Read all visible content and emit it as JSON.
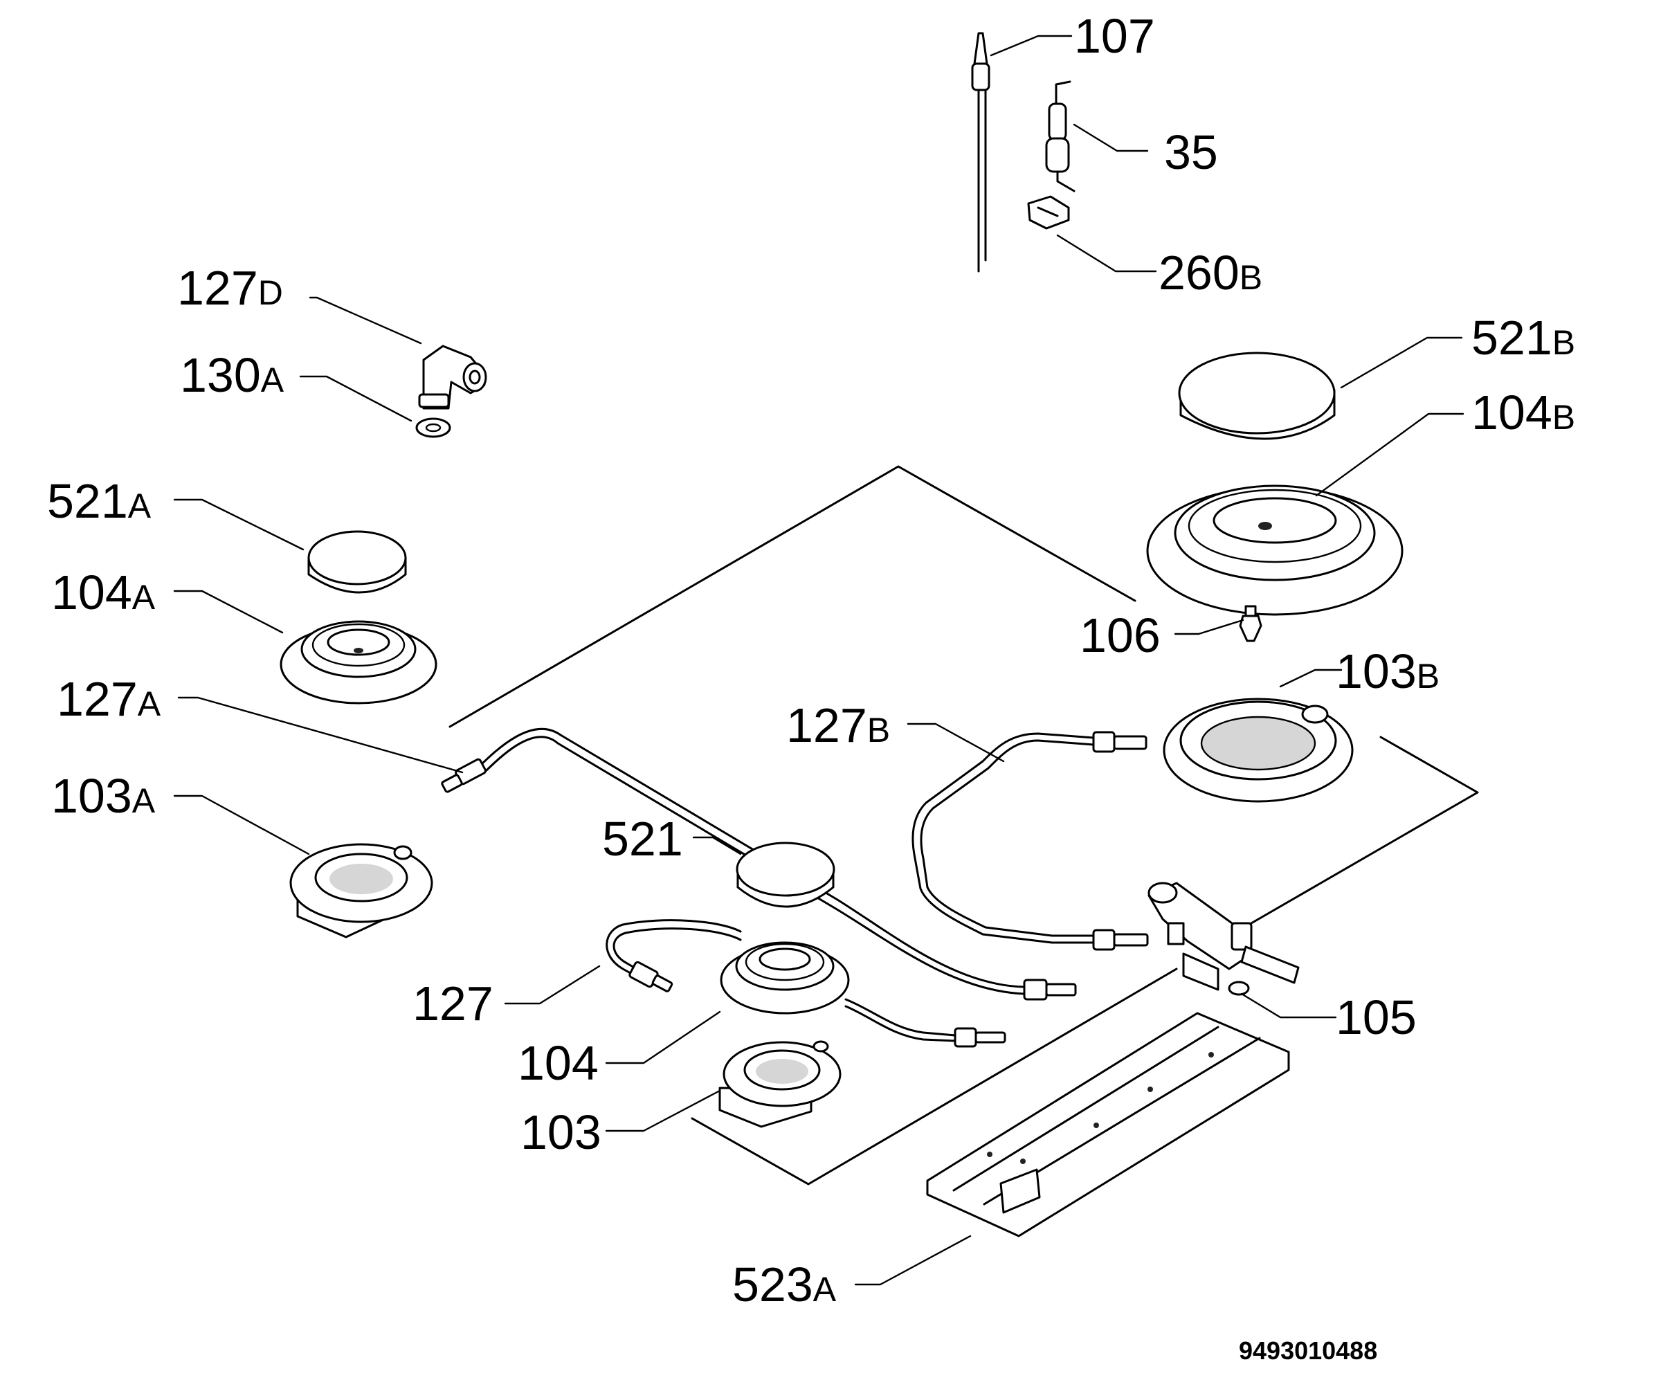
{
  "labels": {
    "l107": {
      "num": "107",
      "suffix": ""
    },
    "l35": {
      "num": "35",
      "suffix": ""
    },
    "l260b": {
      "num": "260",
      "suffix": "B"
    },
    "l127d": {
      "num": "127",
      "suffix": "D"
    },
    "l130a": {
      "num": "130",
      "suffix": "A"
    },
    "l521b": {
      "num": "521",
      "suffix": "B"
    },
    "l104b": {
      "num": "104",
      "suffix": "B"
    },
    "l521a": {
      "num": "521",
      "suffix": "A"
    },
    "l104a": {
      "num": "104",
      "suffix": "A"
    },
    "l106": {
      "num": "106",
      "suffix": ""
    },
    "l103b": {
      "num": "103",
      "suffix": "B"
    },
    "l127a": {
      "num": "127",
      "suffix": "A"
    },
    "l127b": {
      "num": "127",
      "suffix": "B"
    },
    "l103a": {
      "num": "103",
      "suffix": "A"
    },
    "l521": {
      "num": "521",
      "suffix": ""
    },
    "l127": {
      "num": "127",
      "suffix": ""
    },
    "l105": {
      "num": "105",
      "suffix": ""
    },
    "l104": {
      "num": "104",
      "suffix": ""
    },
    "l103": {
      "num": "103",
      "suffix": ""
    },
    "l523a": {
      "num": "523",
      "suffix": "A"
    }
  },
  "document_number": "9493010488"
}
